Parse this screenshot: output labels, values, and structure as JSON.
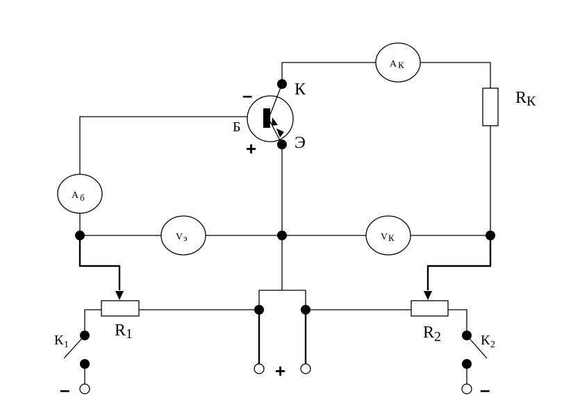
{
  "labels": {
    "collector": "К",
    "emitter": "Э",
    "base": "Б",
    "rk_main": "R",
    "rk_sub": "К",
    "r1_main": "R",
    "r1_sub": "1",
    "r2_main": "R",
    "r2_sub": "2",
    "k1_main": "К",
    "k1_sub": "1",
    "k2_main": "К",
    "k2_sub": "2",
    "minus_collector": "–",
    "plus_emitter": "+",
    "plus_supply": "+",
    "minus_left": "–",
    "minus_right": "–"
  },
  "meters": {
    "ak_main": "A",
    "ak_sub": "К",
    "ab_main": "A",
    "ab_sub": "б",
    "ve_main": "V",
    "ve_sub": "э",
    "vk_main": "V",
    "vk_sub": "К"
  }
}
